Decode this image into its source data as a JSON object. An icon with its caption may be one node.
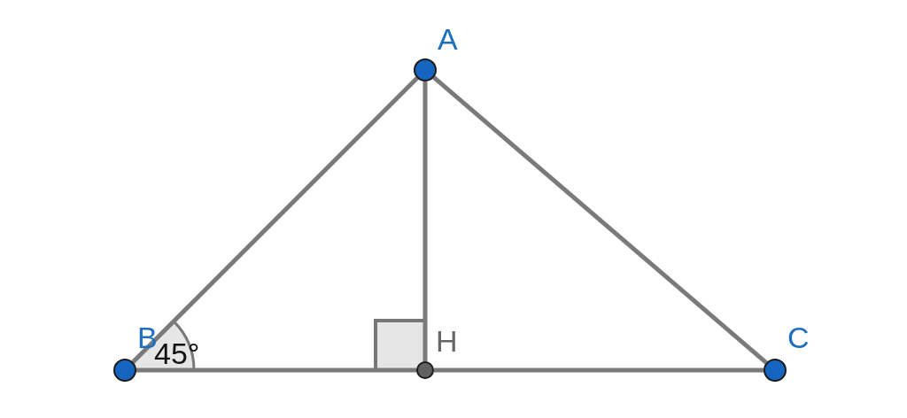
{
  "diagram": {
    "nodes": [
      {
        "text": [
          "A"
        ]
      },
      {
        "text": [
          "B"
        ]
      },
      {
        "text": [
          "H"
        ]
      },
      {
        "text": [
          "C"
        ]
      }
    ],
    "edges": [
      {
        "from": 1,
        "to": 0,
        "arrow": "none"
      },
      {
        "from": 0,
        "to": 3,
        "arrow": "none"
      },
      {
        "from": 0,
        "to": 2,
        "arrow": "none"
      },
      {
        "from": 1,
        "to": 2,
        "arrow": "none"
      },
      {
        "from": 2,
        "to": 3,
        "arrow": "none"
      }
    ],
    "labels": [
      "45°"
    ]
  }
}
